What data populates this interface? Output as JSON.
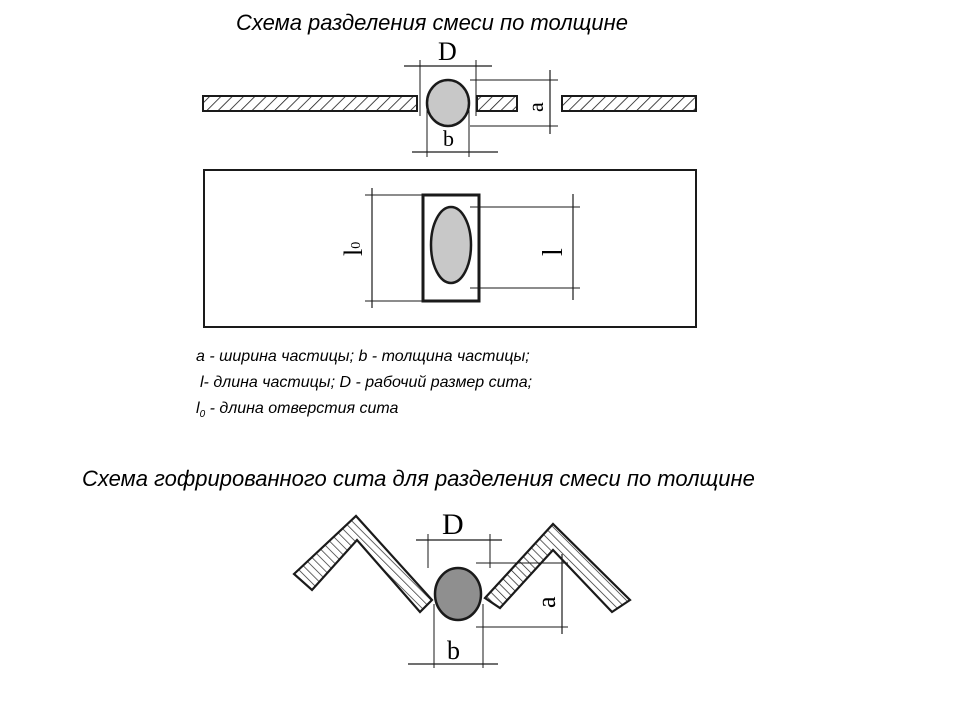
{
  "titles": {
    "top": "Схема разделения смеси по толщине",
    "bottom": "Схема гофрированного сита для разделения смеси по толщине"
  },
  "diagram_labels": {
    "D": "D",
    "a": "a",
    "b": "b",
    "l": "l",
    "l0_main": "l",
    "l0_sub": "0"
  },
  "legend": {
    "line1": "a - ширина частицы; b - толщина частицы;",
    "line2": "l- длина частицы;  D - рабочий размер сита;",
    "line3_l": "l",
    "line3_sub": "0",
    "line3_rest": " - длина отверстия сита"
  },
  "colors": {
    "particle_fill": "#c8c8c8",
    "particle_fill_dark": "#8f8f8f",
    "line": "#1a1a1a"
  }
}
